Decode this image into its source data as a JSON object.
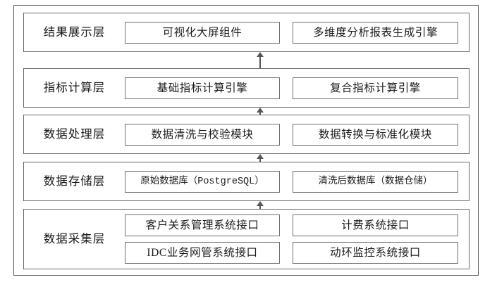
{
  "diagram": {
    "title": "data platform layered architecture",
    "orientation": "bottom-up",
    "border_color": "#5b5b5b",
    "box_border_color": "#6f6f6f",
    "arrow_color": "#555555",
    "background": "#ffffff"
  },
  "layers": [
    {
      "id": "result-presentation",
      "label": "结果展示层",
      "rows": [
        [
          "可视化大屏组件",
          "多维度分析报表生成引擎"
        ]
      ]
    },
    {
      "id": "metric-computation",
      "label": "指标计算层",
      "rows": [
        [
          "基础指标计算引擎",
          "复合指标计算引擎"
        ]
      ]
    },
    {
      "id": "data-processing",
      "label": "数据处理层",
      "rows": [
        [
          "数据清洗与校验模块",
          "数据转换与标准化模块"
        ]
      ]
    },
    {
      "id": "data-storage",
      "label": "数据存储层",
      "rows": [
        [
          "原始数据库（PostgreSQL）",
          "清洗后数据库（数据仓储）"
        ]
      ]
    },
    {
      "id": "data-collection",
      "label": "数据采集层",
      "rows": [
        [
          "客户关系管理系统接口",
          "计费系统接口"
        ],
        [
          "IDC业务网管系统接口",
          "动环监控系统接口"
        ]
      ]
    }
  ],
  "arrows": [
    {
      "from": "指标计算层",
      "to": "结果展示层",
      "direction": "up"
    },
    {
      "from": "数据处理层",
      "to": "指标计算层",
      "direction": "up"
    },
    {
      "from": "数据存储层",
      "to": "数据处理层",
      "direction": "up"
    },
    {
      "from": "数据采集层",
      "to": "数据存储层",
      "direction": "up"
    }
  ]
}
